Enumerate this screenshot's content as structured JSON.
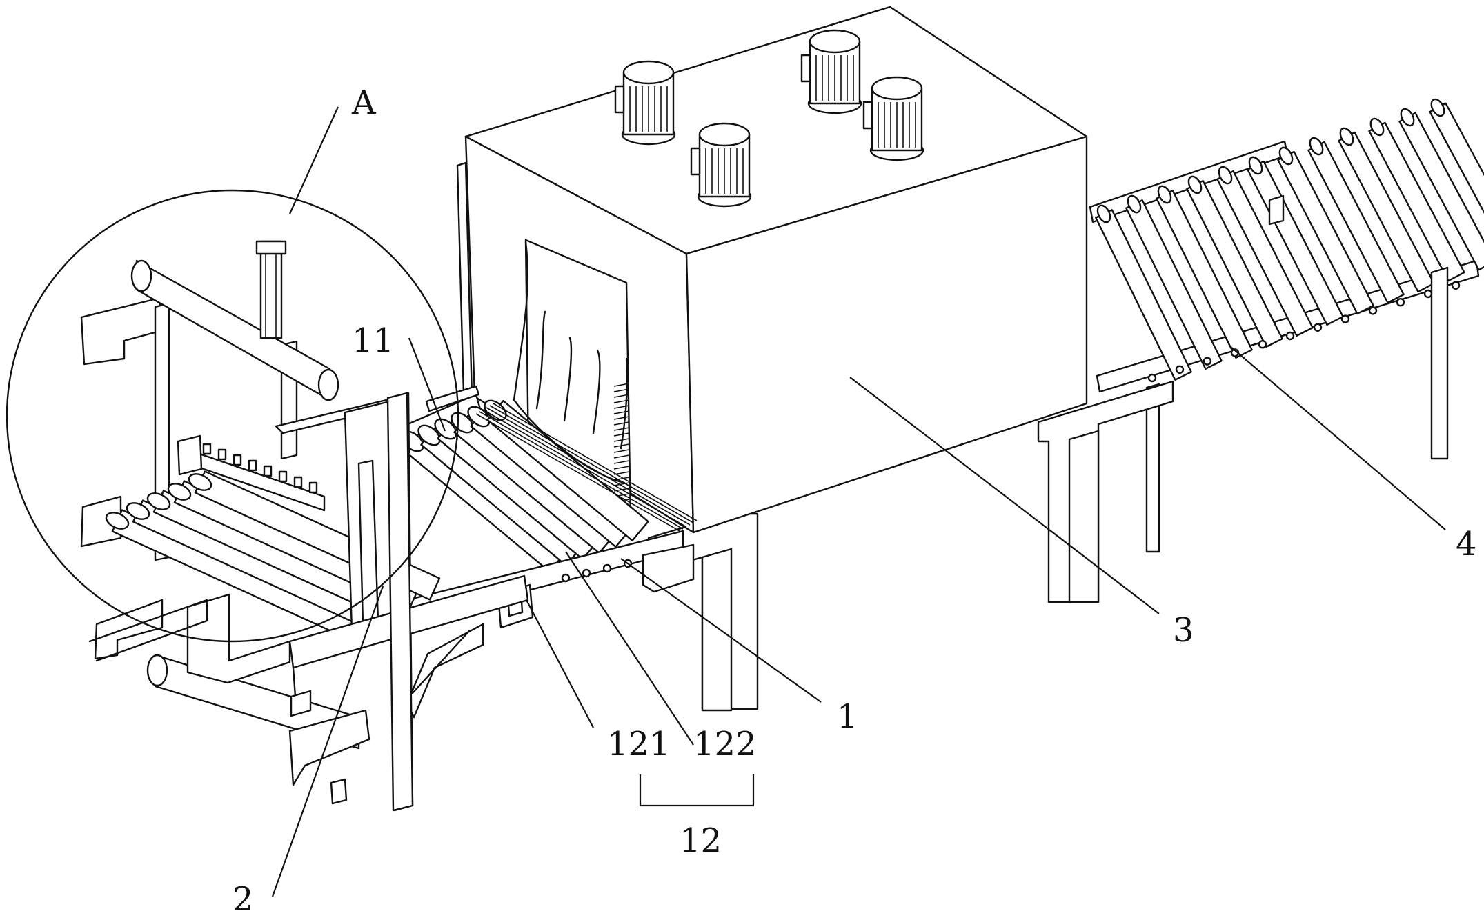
{
  "labels": {
    "a": "A",
    "l11": "11",
    "l2": "2",
    "l121": "121",
    "l122": "122",
    "l12": "12",
    "l1": "1",
    "l3": "3",
    "l4": "4"
  }
}
